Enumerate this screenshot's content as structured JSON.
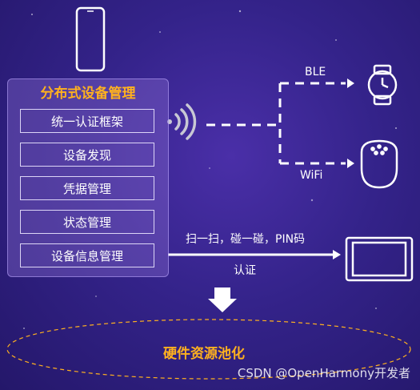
{
  "panel": {
    "title": "分布式设备管理",
    "items": [
      "统一认证框架",
      "设备发现",
      "凭据管理",
      "状态管理",
      "设备信息管理"
    ]
  },
  "links": {
    "ble": "BLE",
    "wifi": "WiFi",
    "pairing_methods": "扫一扫，碰一碰，PIN码",
    "auth": "认证"
  },
  "pool": {
    "label": "硬件资源池化"
  },
  "watermark": "CSDN @OpenHarmony开发者",
  "colors": {
    "accent": "#ffb11f",
    "background": "#34238a"
  }
}
